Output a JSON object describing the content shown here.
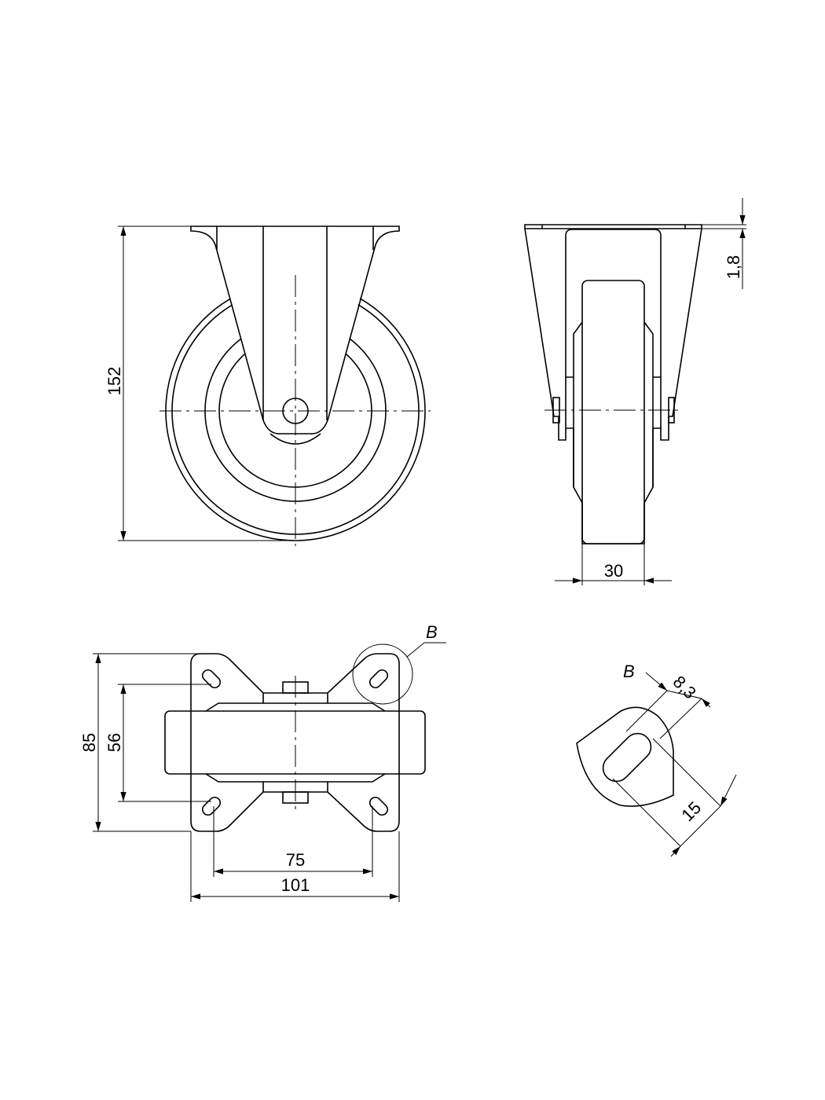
{
  "drawing": {
    "dimensions": {
      "height_total": "152",
      "plate_thickness": "1,8",
      "wheel_width": "30",
      "plate_depth": "85",
      "hole_spacing_depth": "56",
      "hole_spacing_width": "75",
      "plate_width": "101",
      "slot_width": "8,3",
      "slot_length": "15"
    },
    "detail_label": "B",
    "detail_label_view": "B",
    "line_color": "#000000"
  }
}
